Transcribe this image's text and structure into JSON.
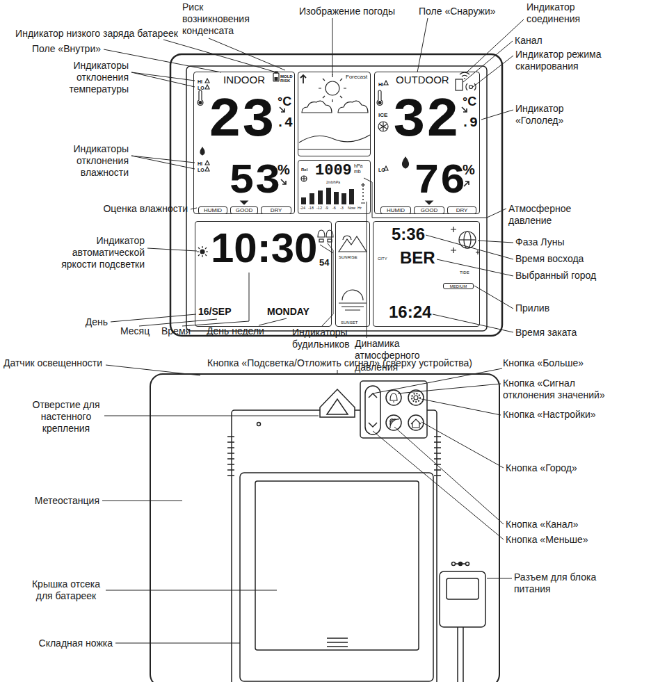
{
  "diagram": {
    "nodes": [
      {
        "text": [
          "INDOOR",
          "MOLD RISK",
          "HI",
          "LO",
          "23",
          ".4",
          "°C",
          "53",
          "%",
          "HI",
          "LO"
        ]
      },
      {
        "text": [
          "HUMID"
        ],
        "in": 0
      },
      {
        "text": [
          "GOOD"
        ],
        "in": 0
      },
      {
        "text": [
          "DRY"
        ],
        "in": 0
      },
      {
        "text": [
          "Forecast"
        ]
      },
      {
        "text": [
          "Rel",
          "1009",
          "hPa",
          "mb",
          "2mb/hPa",
          "-24",
          "-18",
          "-12",
          "-9",
          "-6",
          "-3",
          "Now",
          "Hr"
        ]
      },
      {
        "text": [
          "OUTDOOR",
          "HI",
          "ICE",
          "32",
          ".9",
          "°C",
          "76",
          "%",
          "LO"
        ]
      },
      {
        "text": [
          "HUMID"
        ],
        "in": 6
      },
      {
        "text": [
          "GOOD"
        ],
        "in": 6
      },
      {
        "text": [
          "DRY"
        ],
        "in": 6
      },
      {
        "text": [
          "10:30",
          "54",
          "16/SEP",
          "MONDAY"
        ]
      },
      {
        "text": [
          "SUNRISE",
          "SUNSET"
        ]
      },
      {
        "text": [
          "5:36",
          "CITY",
          "BER",
          "16:24",
          "TIDE"
        ]
      },
      {
        "text": [
          "MEDIUM"
        ],
        "in": 12
      }
    ],
    "labels": [
      "Риск возникновения конденсата",
      "Индикатор низкого заряда батареек",
      "Поле «Внутри»",
      "Индикаторы отклонения температуры",
      "Индикаторы отклонения влажности",
      "Оценка влажности",
      "Индикатор автоматической яркости подсветки",
      "День",
      "Месяц",
      "Время",
      "День недели",
      "Индикаторы будильников",
      "Динамика атмосферного давления",
      "Изображение погоды",
      "Поле «Снаружи»",
      "Индикатор соединения",
      "Канал",
      "Индикатор режима сканирования",
      "Индикатор «Гололед»",
      "Атмосферное давление",
      "Фаза Луны",
      "Время восхода",
      "Выбранный город",
      "Прилив",
      "Время заката",
      "Датчик освещенности",
      "Кнопка «Подсветка/Отложить сигнал» (сверху устройства)",
      "Отверстие для настенного крепления",
      "Метеостанция",
      "Крышка отсека для батареек",
      "Складная ножка",
      "Кнопка «Больше»",
      "Кнопка «Сигнал отклонения значений»",
      "Кнопка «Настройки»",
      "Кнопка «Город»",
      "Кнопка «Канал»",
      "Кнопка «Меньше»",
      "Разъем для блока питания"
    ]
  }
}
